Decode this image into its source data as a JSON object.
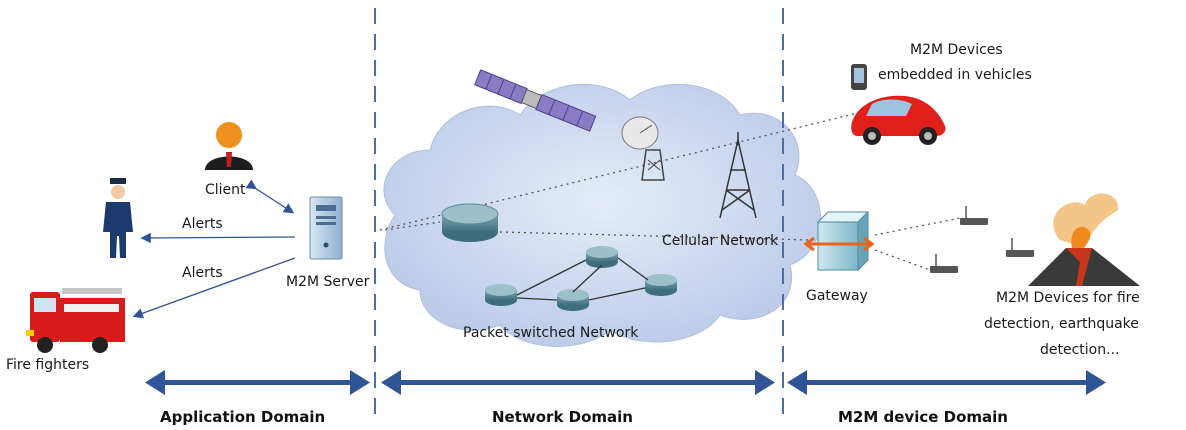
{
  "labels": {
    "client": "Client",
    "alerts_police": "Alerts",
    "alerts_fire": "Alerts",
    "fire_fighters": "Fire fighters",
    "m2m_server": "M2M Server",
    "packet_network": "Packet switched Network",
    "cellular_network": "Cellular Network",
    "gateway": "Gateway",
    "vehicles_line1": "M2M Devices",
    "vehicles_line2": "embedded in vehicles",
    "fire_line1": "M2M Devices for fire",
    "fire_line2": "detection, earthquake",
    "fire_line3": "detection..."
  },
  "domains": {
    "application": "Application Domain",
    "network": "Network Domain",
    "device": "M2M device Domain"
  },
  "colors": {
    "arrow": "#2f5597",
    "cloud": "#c9d6ee",
    "divider": "#4a6fa5",
    "car": "#e0201b",
    "truck": "#d81c1c"
  },
  "icons": [
    "client-person-icon",
    "police-officer-icon",
    "fire-truck-icon",
    "server-icon",
    "satellite-icon",
    "satellite-dish-icon",
    "router-icon",
    "cell-tower-icon",
    "gateway-icon",
    "car-icon",
    "phone-icon",
    "wireless-sensor-icon",
    "volcano-icon"
  ]
}
